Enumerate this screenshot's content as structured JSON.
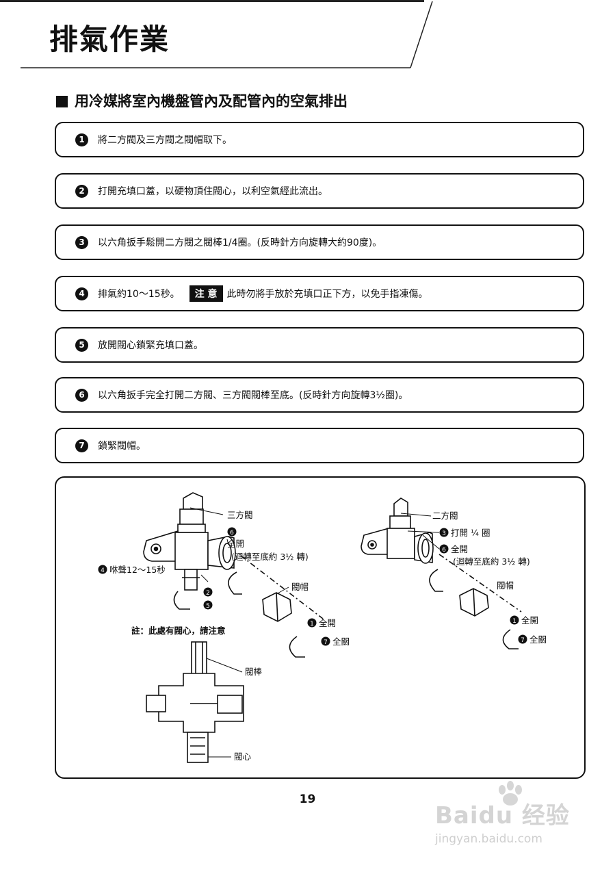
{
  "header": {
    "title": "排氣作業"
  },
  "section": {
    "heading": "用冷媒將室內機盤管內及配管內的空氣排出"
  },
  "steps": [
    {
      "num": "1",
      "text": "將二方閥及三方閥之閥帽取下。"
    },
    {
      "num": "2",
      "text": "打開充填口蓋，以硬物頂住閥心，以利空氣經此流出。"
    },
    {
      "num": "3",
      "text": "以六角扳手鬆開二方閥之閥棒1/4圈。(反時針方向旋轉大約90度)。"
    },
    {
      "num": "4",
      "text": "排氣約10～15秒。",
      "caution_label": "注 意",
      "caution_text": "此時勿將手放於充填口正下方，以免手指凍傷。"
    },
    {
      "num": "5",
      "text": "放開閥心鎖緊充填口蓋。"
    },
    {
      "num": "6",
      "text": "以六角扳手完全打開二方閥、三方閥閥棒至底。(反時針方向旋轉3½圈)。"
    },
    {
      "num": "7",
      "text": "鎖緊閥帽。"
    }
  ],
  "diagram": {
    "three_way_valve": "三方閥",
    "two_way_valve": "二方閥",
    "open_full_num": "6",
    "open_full": "全開",
    "rotate_bottom": "(迴轉至底約 3½ 轉)",
    "hiss_num": "4",
    "hiss": "咻聲12～15秒",
    "num2": "2",
    "num5": "5",
    "cap_left": "閥帽",
    "cap_right": "閥帽",
    "note": "註：此處有閥心，請注意",
    "full_open_num": "1",
    "full_open": "全開",
    "full_close_num": "7",
    "full_close": "全關",
    "open_quarter_num": "3",
    "open_quarter": "打開 ¼ 圈",
    "open_full_right_num": "6",
    "open_full_right": "全開",
    "rotate_bottom_right": "(迴轉至底約 3½ 轉)",
    "valve_stem": "閥棒",
    "valve_core": "閥心"
  },
  "footer": {
    "page_number": "19"
  },
  "watermark": {
    "brand": "Baidu 经验",
    "url": "jingyan.baidu.com"
  }
}
